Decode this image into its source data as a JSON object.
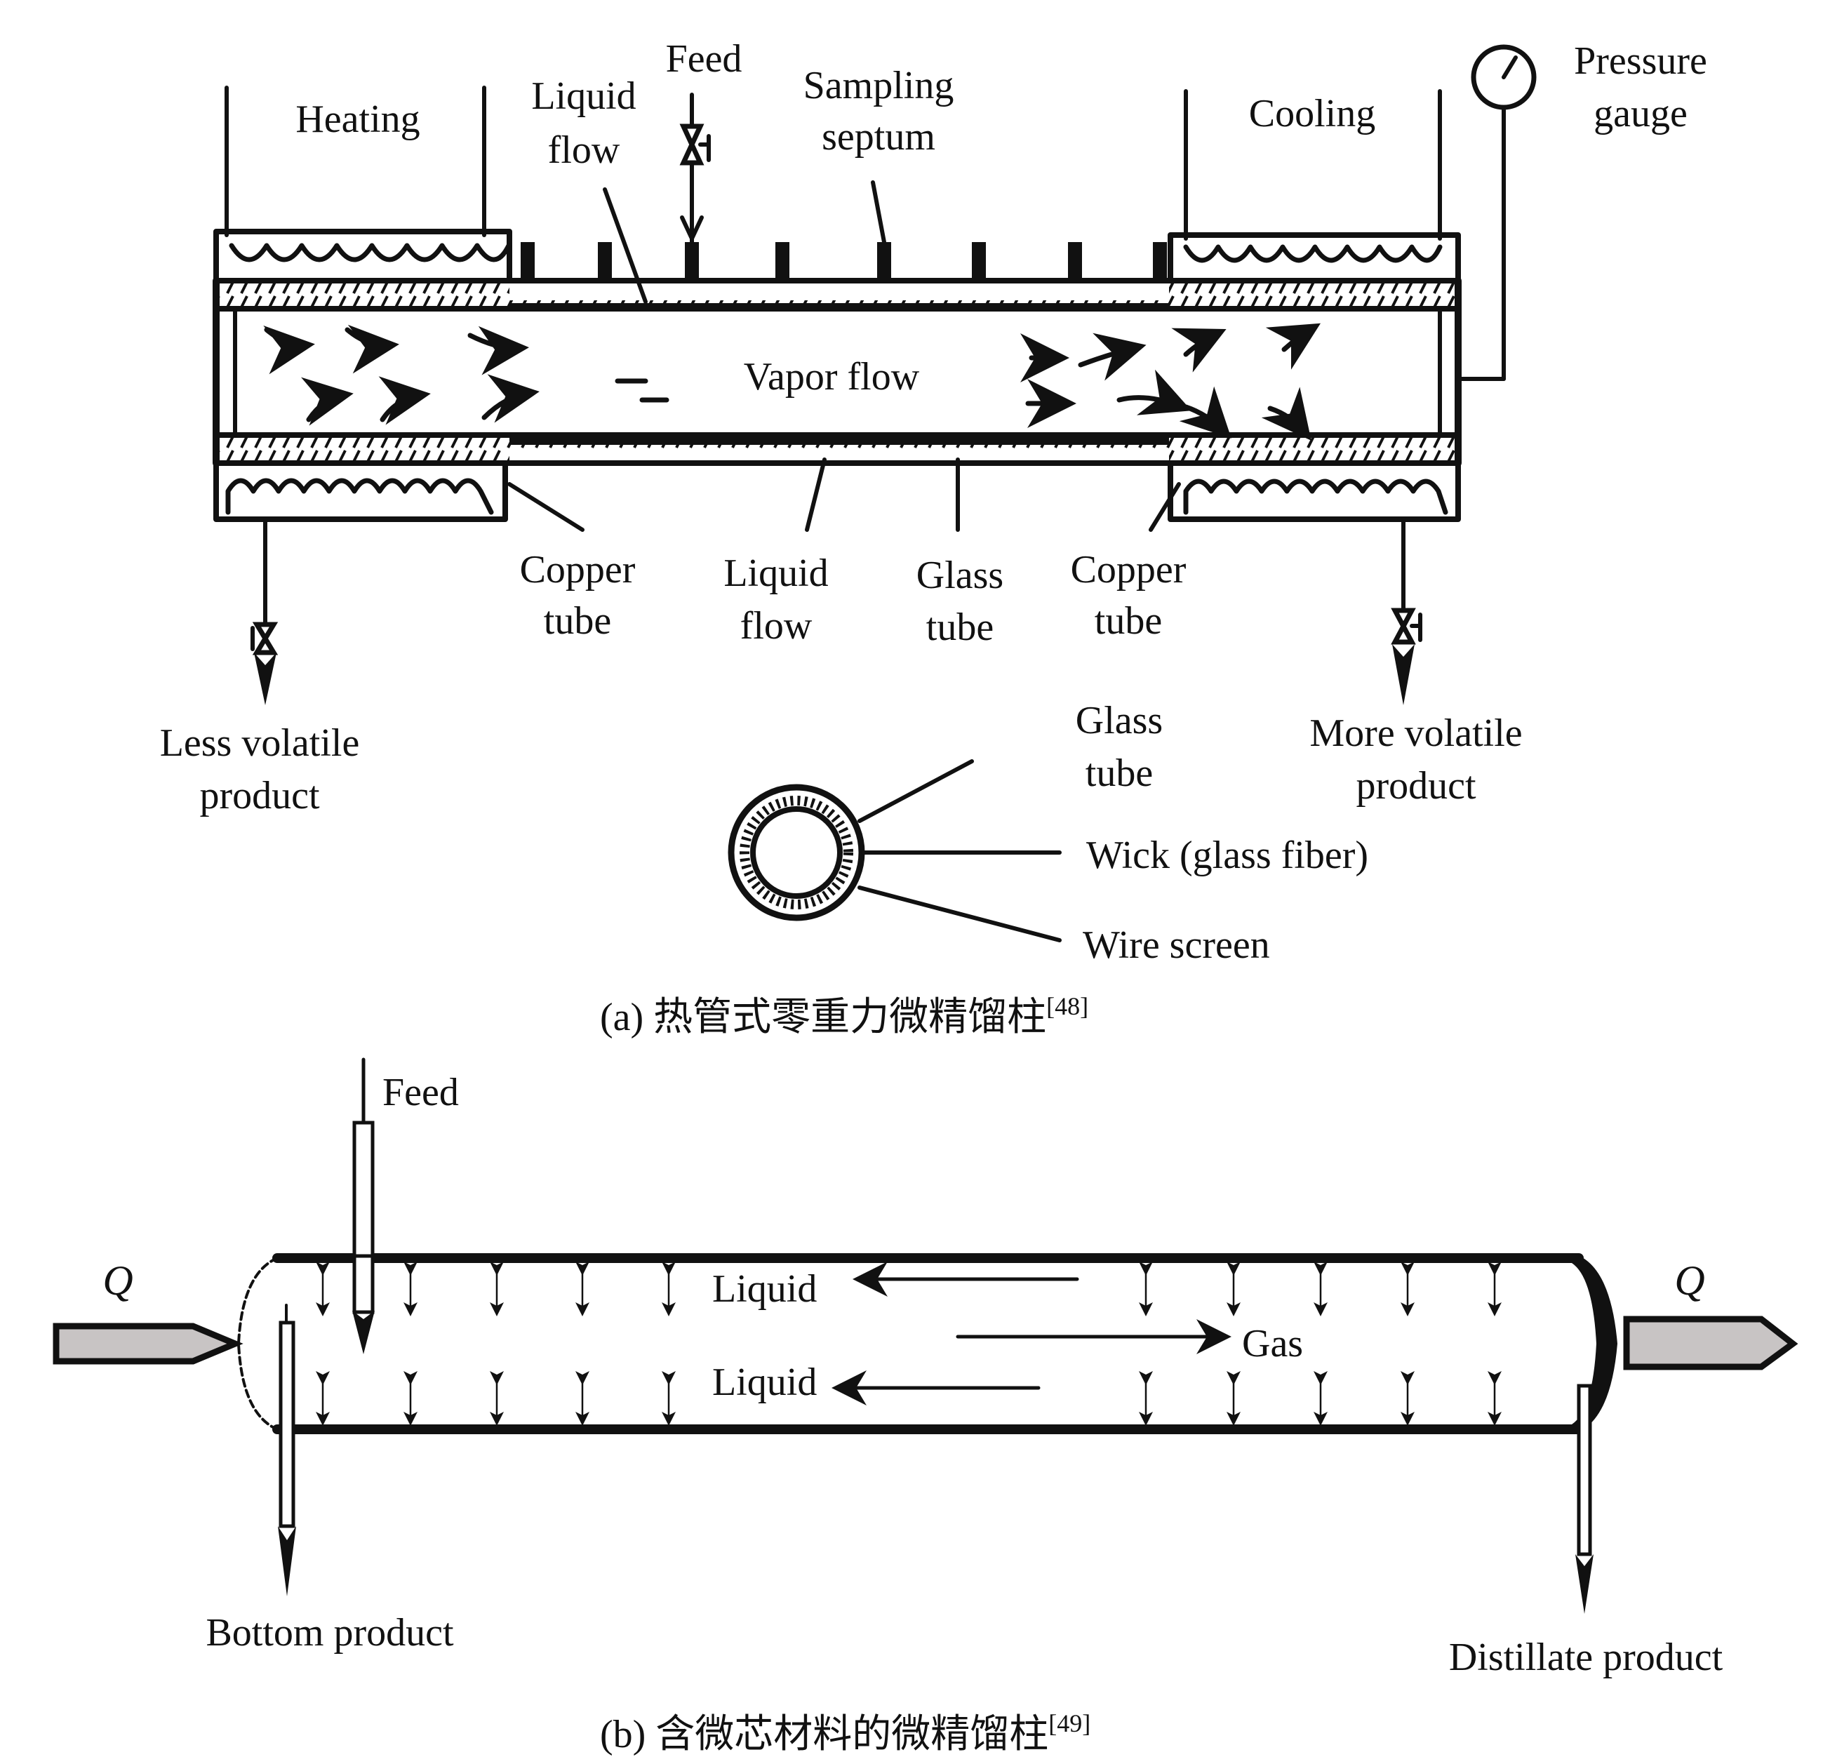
{
  "figure_a": {
    "labels": {
      "heating": "Heating",
      "liquid_flow_top": [
        "Liquid",
        "flow"
      ],
      "feed": "Feed",
      "sampling_septum": [
        "Sampling",
        "septum"
      ],
      "cooling": "Cooling",
      "pressure_gauge": [
        "Pressure",
        "gauge"
      ],
      "vapor_flow": "Vapor flow",
      "copper_tube_left": [
        "Copper",
        "tube"
      ],
      "liquid_flow_bottom": [
        "Liquid",
        "flow"
      ],
      "glass_tube": [
        "Glass",
        "tube"
      ],
      "copper_tube_right": [
        "Copper",
        "tube"
      ],
      "less_volatile_product": [
        "Less volatile",
        "product"
      ],
      "more_volatile_product": [
        "More volatile",
        "product"
      ],
      "cross_section_glass_tube": [
        "Glass",
        "tube"
      ],
      "cross_section_wick": "Wick (glass fiber)",
      "cross_section_wire_screen": "Wire screen"
    },
    "caption": {
      "prefix": "(a) 热管式零重力微精馏柱",
      "ref": "[48]"
    }
  },
  "figure_b": {
    "labels": {
      "feed": "Feed",
      "q_left": "Q",
      "q_right": "Q",
      "liquid_upper": "Liquid",
      "liquid_lower": "Liquid",
      "gas": "Gas",
      "bottom_product": "Bottom product",
      "distillate_product": "Distillate product"
    },
    "caption": {
      "prefix": "(b) 含微芯材料的微精馏柱",
      "ref": "[49]"
    }
  },
  "colors": {
    "ink": "#111111",
    "heater_fill": "#c8c4c4"
  }
}
